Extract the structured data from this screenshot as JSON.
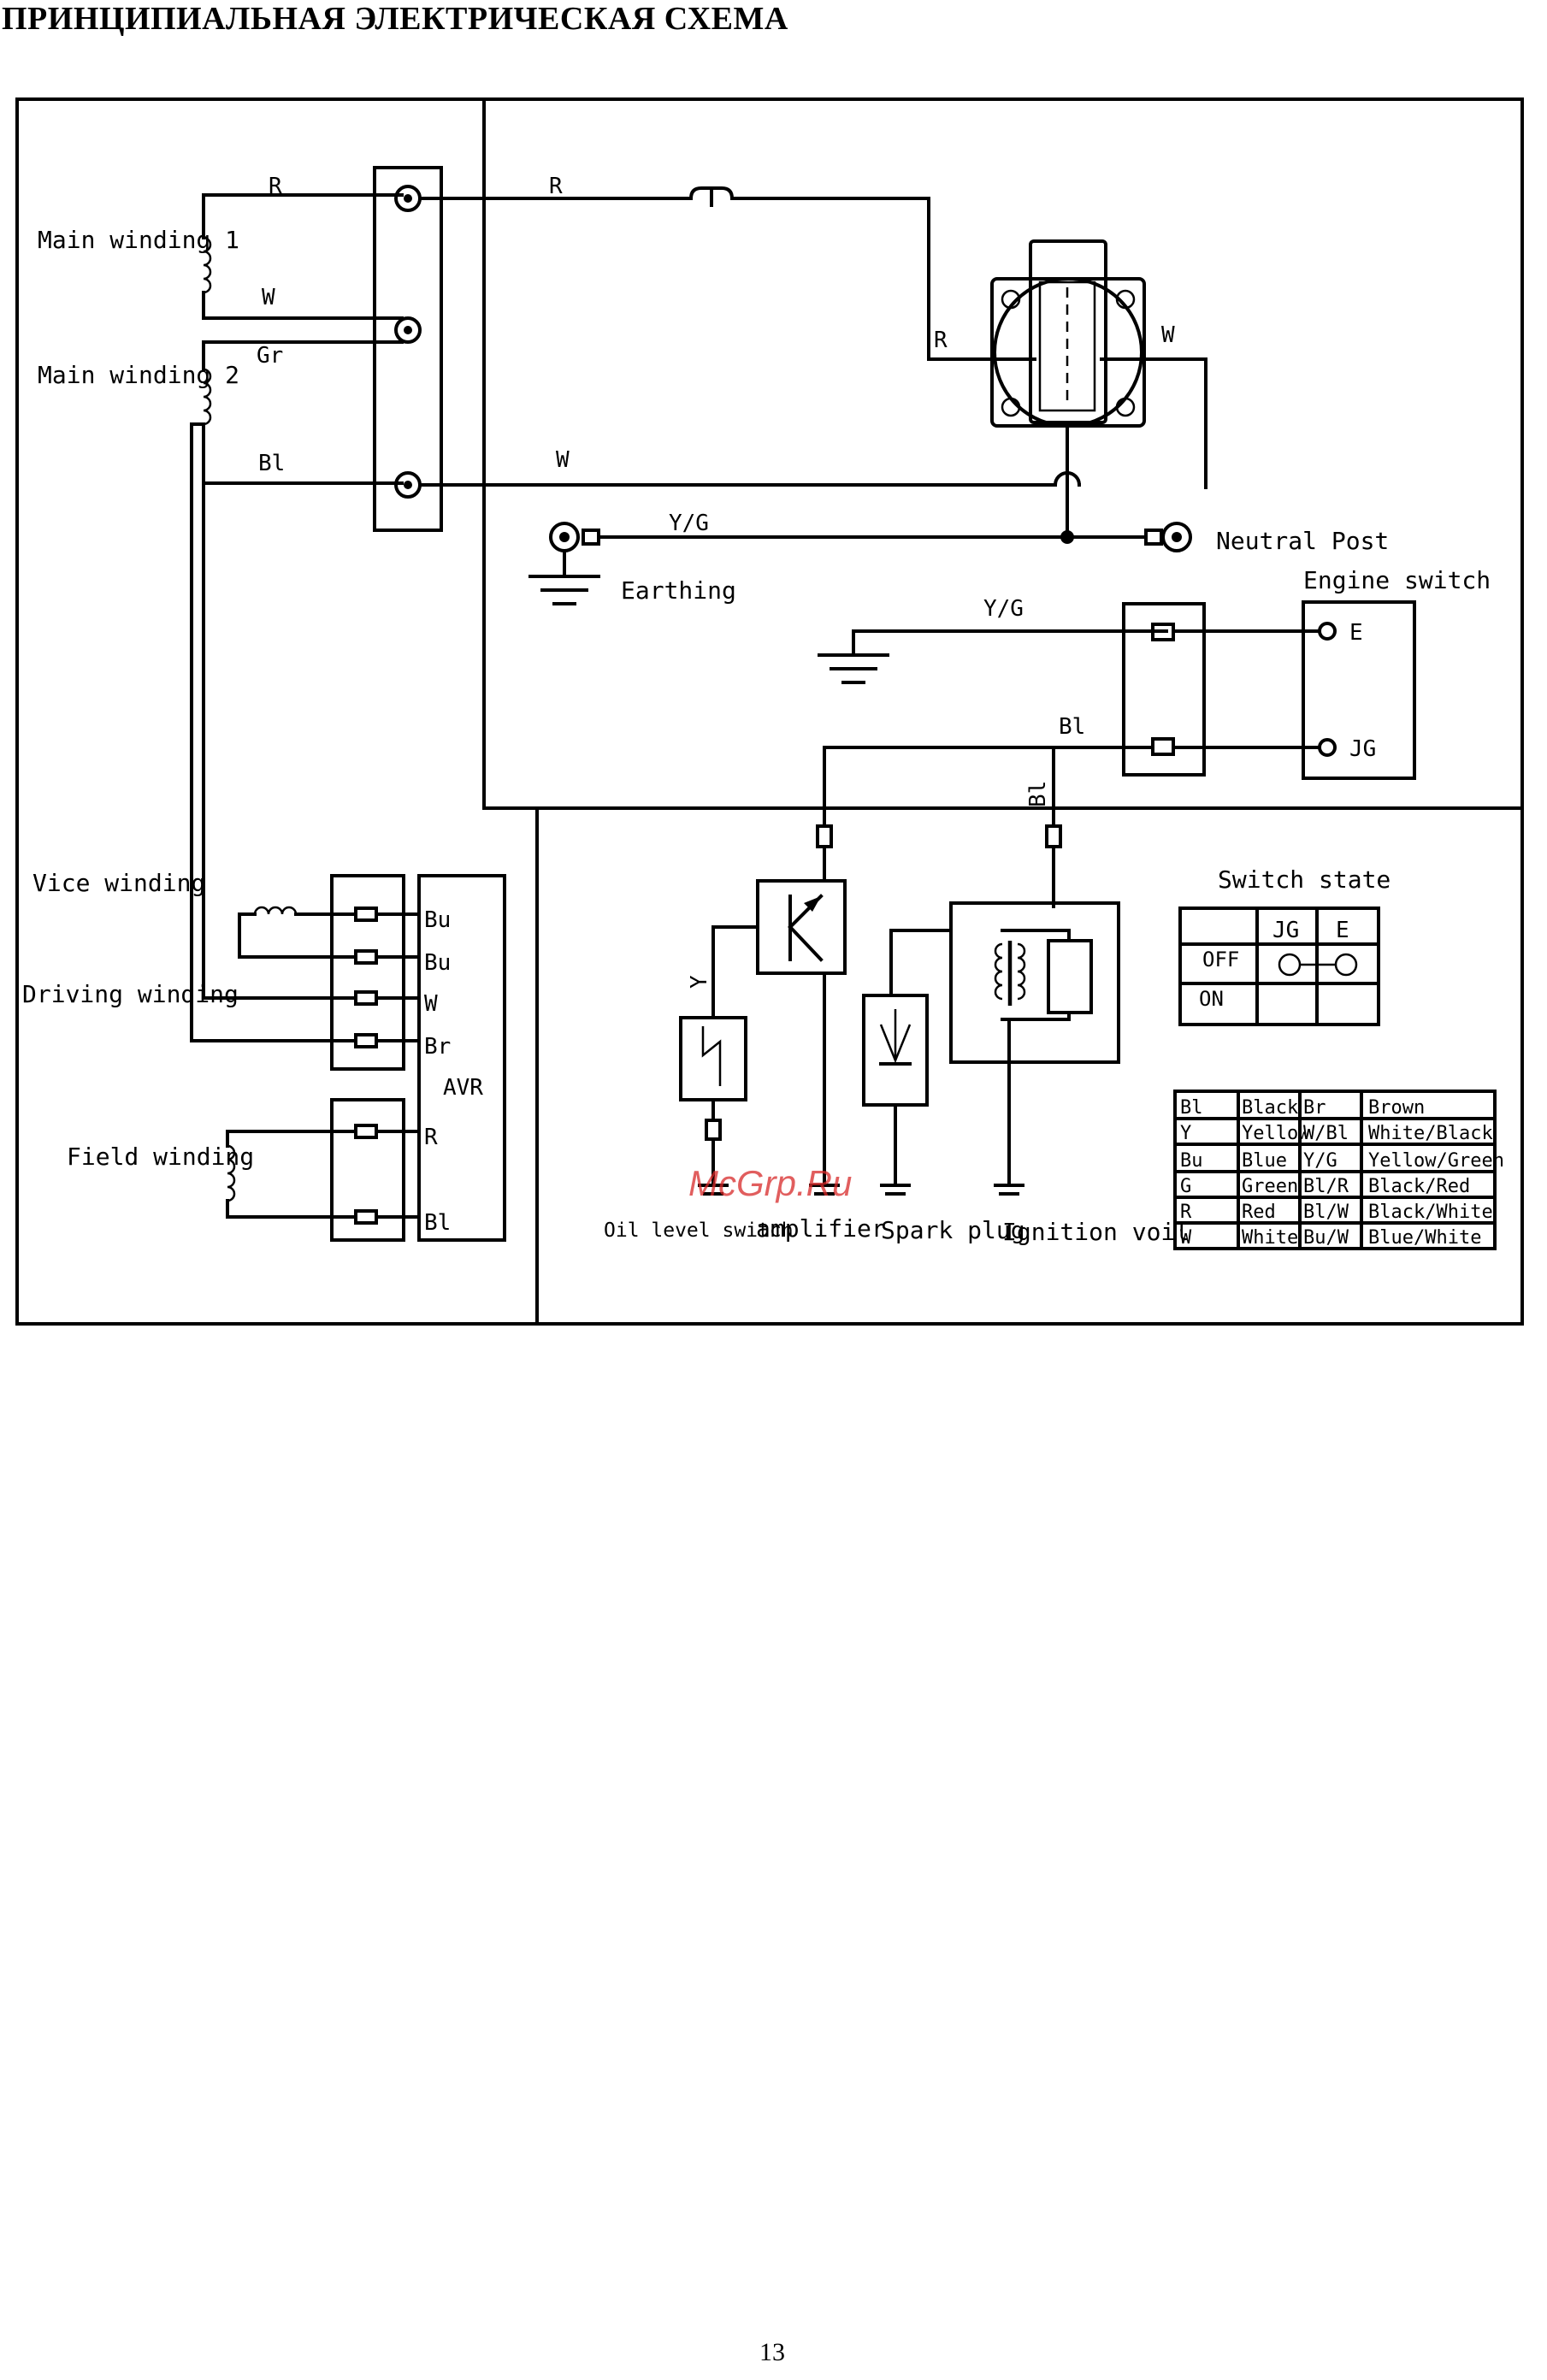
{
  "title": "ПРИНЦИПИАЛЬНАЯ ЭЛЕКТРИЧЕСКАЯ СХЕМА",
  "page_number": "13",
  "watermark": "McGrp.Ru",
  "labels": {
    "main_winding_1": "Main winding 1",
    "main_winding_2": "Main winding 2",
    "vice_winding": "Vice winding",
    "driving_winding": "Driving winding",
    "field_winding": "Field winding",
    "earthing": "Earthing",
    "neutral_post": "Neutral Post",
    "engine_switch": "Engine switch",
    "avr": "AVR",
    "oil_level_switch": "Oil level switch",
    "amplifier": "amplifier",
    "spark_plug": "Spark plug",
    "ignition_coil": "Ignition voil",
    "switch_state": "Switch state"
  },
  "wires": {
    "r_winding": "R",
    "r_breaker": "R",
    "w_winding": "W",
    "gr_winding": "Gr",
    "bl_winding": "Bl",
    "w_lower": "W",
    "r_socket": "R",
    "w_socket": "W",
    "yg_earth": "Y/G",
    "yg_switch": "Y/G",
    "bl_switch": "Bl",
    "bl_vertical": "Bl",
    "y_oil": "Y",
    "avr_bu1": "Bu",
    "avr_bu2": "Bu",
    "avr_w": "W",
    "avr_br": "Br",
    "avr_r": "R",
    "avr_bl": "Bl"
  },
  "engine_switch_terminals": {
    "e": "E",
    "jg": "JG"
  },
  "switch_table": {
    "header": [
      "",
      "JG",
      "E"
    ],
    "rows": [
      {
        "state": "OFF",
        "connected": true
      },
      {
        "state": "ON",
        "connected": false
      }
    ]
  },
  "color_table": [
    [
      "Bl",
      "Black",
      "Br",
      "Brown"
    ],
    [
      "Y",
      "Yellow",
      "W/Bl",
      "White/Black"
    ],
    [
      "Bu",
      "Blue",
      "Y/G",
      "Yellow/Green"
    ],
    [
      "G",
      "Green",
      "Bl/R",
      "Black/Red"
    ],
    [
      "R",
      "Red",
      "Bl/W",
      "Black/White"
    ],
    [
      "W",
      "White",
      "Bu/W",
      "Blue/White"
    ]
  ]
}
